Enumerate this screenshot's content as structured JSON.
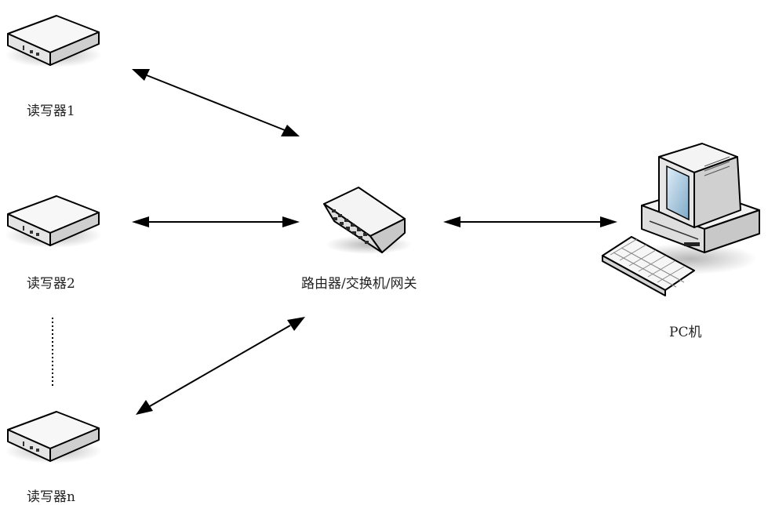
{
  "nodes": {
    "reader1": {
      "label": "读写器1",
      "icon": "card-reader-icon"
    },
    "reader2": {
      "label": "读写器2",
      "icon": "card-reader-icon"
    },
    "readerN": {
      "label": "读写器n",
      "icon": "card-reader-icon"
    },
    "router": {
      "label": "路由器/交换机/网关",
      "icon": "network-switch-icon"
    },
    "pc": {
      "label": "PC机",
      "icon": "desktop-computer-icon"
    }
  },
  "edges": [
    {
      "from": "reader1",
      "to": "router",
      "direction": "bidirectional"
    },
    {
      "from": "reader2",
      "to": "router",
      "direction": "bidirectional"
    },
    {
      "from": "readerN",
      "to": "router",
      "direction": "bidirectional"
    },
    {
      "from": "router",
      "to": "pc",
      "direction": "bidirectional"
    }
  ],
  "colors": {
    "stroke": "#000000",
    "device_body": "#e9e9e9",
    "device_top": "#f6f6f6",
    "screen": "#8fb9d6"
  }
}
